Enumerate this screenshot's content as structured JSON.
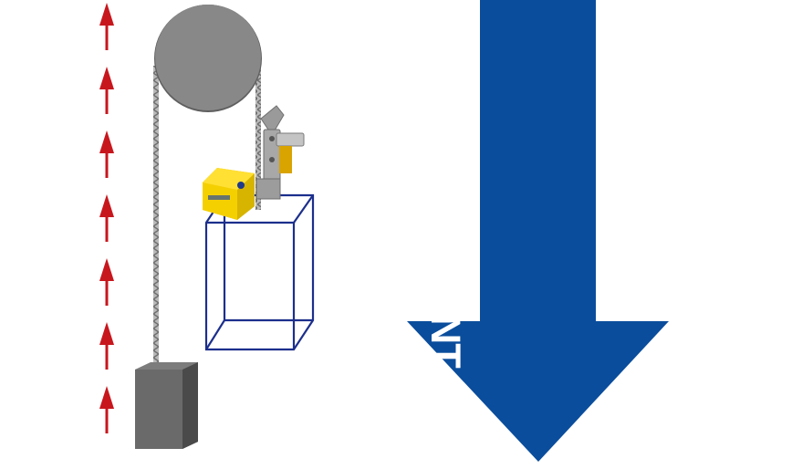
{
  "measurement_arrow": {
    "label": "MEASUREMENT",
    "color": "#0a4d9c",
    "text_color": "#ffffff"
  },
  "upward_arrows": {
    "count": 7,
    "color": "#c8161d",
    "direction": "up"
  },
  "sheave": {
    "color": "#868686"
  },
  "counterweight": {
    "color": "#6a6a6a"
  },
  "car_frame": {
    "color": "#1c2f8c"
  },
  "sensor_box": {
    "color": "#f5d000"
  },
  "rope": {
    "color": "#8a8a8a"
  }
}
